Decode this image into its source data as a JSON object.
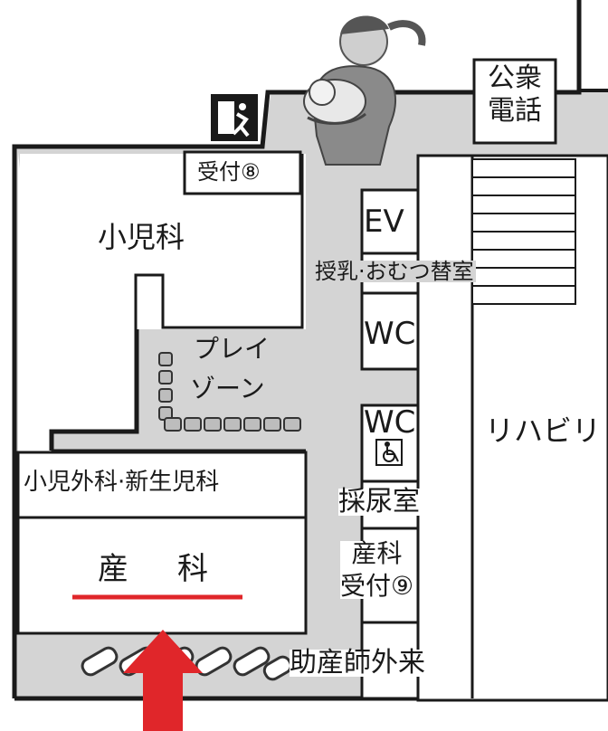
{
  "map": {
    "rooms": {
      "pediatrics": "小児科",
      "pediatrics_reception": "受付⑧",
      "play_zone_line1": "プレイ",
      "play_zone_line2": "ゾーン",
      "pediatric_surgery_neonatology": "小児外科·新生児科",
      "obstetrics": "産　科",
      "public_phone_line1": "公衆",
      "public_phone_line2": "電話",
      "elevator": "EV",
      "nursing_changing_room": "授乳·おむつ替室",
      "toilet": "WC",
      "accessible_toilet": "WC",
      "urine_collection_room": "採尿室",
      "obstetrics_reception_line1": "産科",
      "obstetrics_reception_line2": "受付⑨",
      "midwife_outpatient": "助産師外来",
      "rehabilitation": "リハビリ"
    },
    "icons": {
      "emergency_exit": "emergency-exit-icon",
      "mother_and_baby": "mother-baby-icon",
      "wheelchair": "wheelchair-icon",
      "entrance_arrow": "red-arrow-icon"
    },
    "colors": {
      "corridor": "#d4d4d4",
      "wall": "#1a1a1a",
      "highlight": "#e0262a"
    }
  }
}
